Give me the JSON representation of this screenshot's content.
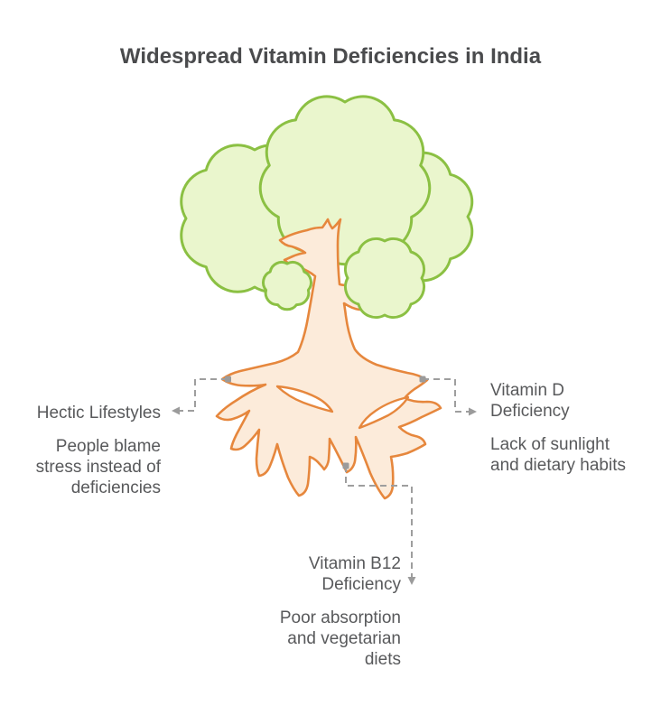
{
  "title": "Widespread Vitamin Deficiencies in India",
  "labels": {
    "left": {
      "heading": "Hectic Lifestyles",
      "desc_lines": [
        "People blame",
        "stress instead of",
        "deficiencies"
      ]
    },
    "right": {
      "heading_lines": [
        "Vitamin D",
        "Deficiency"
      ],
      "desc_lines": [
        "Lack of sunlight",
        "and dietary habits"
      ]
    },
    "bottom": {
      "heading_lines": [
        "Vitamin B12",
        "Deficiency"
      ],
      "desc_lines": [
        "Poor absorption",
        "and vegetarian",
        "diets"
      ]
    }
  },
  "colors": {
    "foliage_fill": "#eaf6cd",
    "foliage_stroke": "#8bc043",
    "trunk_fill": "#fcebda",
    "trunk_stroke": "#e6873d",
    "connector": "#9e9e9e",
    "label_text": "#58595b",
    "title_text": "#4a4b4d",
    "background": "#ffffff"
  }
}
